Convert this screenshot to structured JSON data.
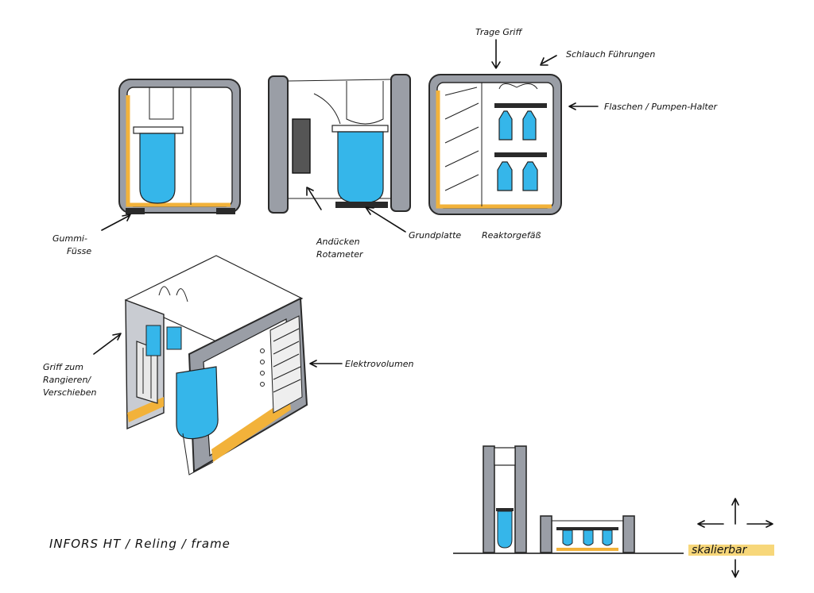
{
  "labels": {
    "trage_griff": "Trage Griff",
    "schlauch": "Schlauch Führungen",
    "flaschen": "Flaschen / Pumpen-Halter",
    "gummi_1": "Gummi-",
    "gummi_2": "Füsse",
    "anduecken_1": "Andücken",
    "anduecken_2": "Rotameter",
    "grundplatte": "Grundplatte",
    "reaktor": "Reaktorgefäß",
    "griff_1": "Griff zum",
    "griff_2": "Rangieren/",
    "griff_3": "Verschieben",
    "elektro": "Elektrovolumen",
    "skalierbar": "skalierbar",
    "title": "INFORS HT / Reling / frame"
  },
  "colors": {
    "frame_grey": "#9a9ea6",
    "frame_dark": "#2a2a2a",
    "accent_orange": "#f2b23a",
    "vessel_blue": "#35b6ea",
    "highlight_yellow": "#f7d77a"
  }
}
